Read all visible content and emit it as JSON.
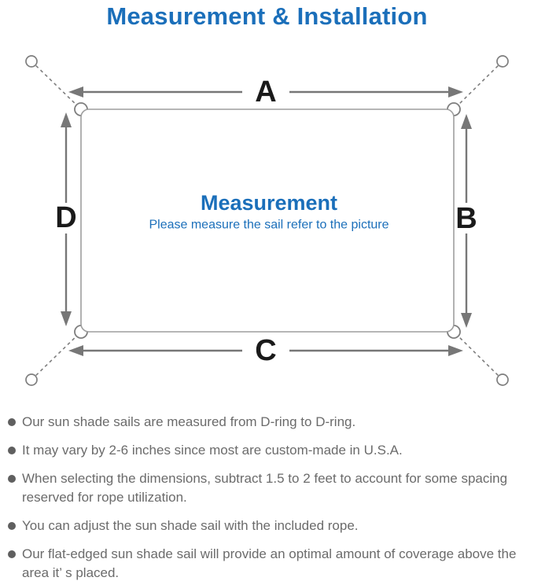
{
  "title": "Measurement & Installation",
  "colors": {
    "accent": "#1b6fba",
    "line_gray": "#7e7e7e",
    "arrow_gray": "#777777",
    "sail_stroke": "#9e9e9e",
    "label_color": "#1a1a1a",
    "text_gray": "#6b6b6b",
    "bullet_gray": "#5f5f5f"
  },
  "diagram": {
    "labels": {
      "top": "A",
      "right": "B",
      "bottom": "C",
      "left": "D"
    },
    "center_title": "Measurement",
    "center_subtitle": "Please measure the sail refer to the picture"
  },
  "notes": {
    "items": [
      "Our sun shade sails are measured from D-ring to D-ring.",
      "It may vary by 2-6 inches since most are custom-made in U.S.A.",
      "When selecting the dimensions, subtract 1.5 to 2 feet to account for some spacing reserved for rope utilization.",
      "You can adjust the sun shade sail with the included rope.",
      "Our flat-edged sun shade sail will provide an optimal amount of coverage above the area it’ s placed."
    ]
  }
}
